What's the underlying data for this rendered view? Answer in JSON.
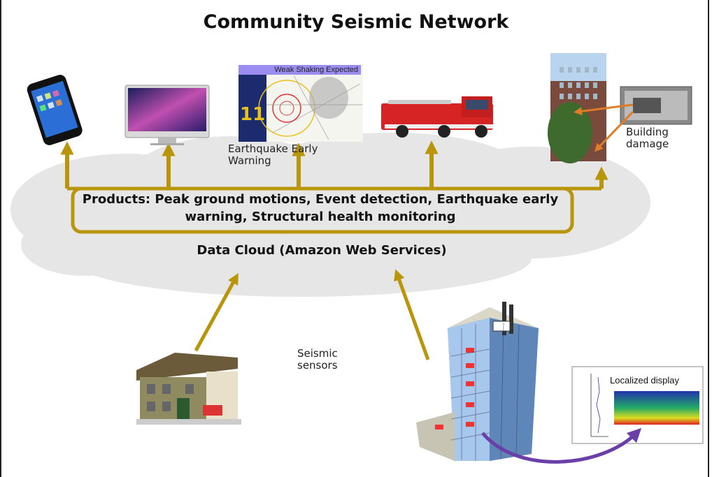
{
  "title": "Community Seismic Network",
  "products": {
    "line1": "Products: Peak ground motions, Event detection, Earthquake early",
    "line2": "warning, Structural health monitoring"
  },
  "cloud_label": "Data Cloud (Amazon Web Services)",
  "eew": {
    "header": "Weak Shaking Expected",
    "countdown": "11",
    "label_line1": "Earthquake Early",
    "label_line2": "Warning"
  },
  "building_damage": {
    "line1": "Building",
    "line2": "damage"
  },
  "seismic_sensors": {
    "line1": "Seismic",
    "line2": "sensors"
  },
  "localized_display": "Localized display",
  "colors": {
    "arrow_gold": "#b8950b",
    "arrow_orange": "#e07b26",
    "arrow_purple": "#6a3fa8",
    "cloud": "#e6e6e6"
  }
}
